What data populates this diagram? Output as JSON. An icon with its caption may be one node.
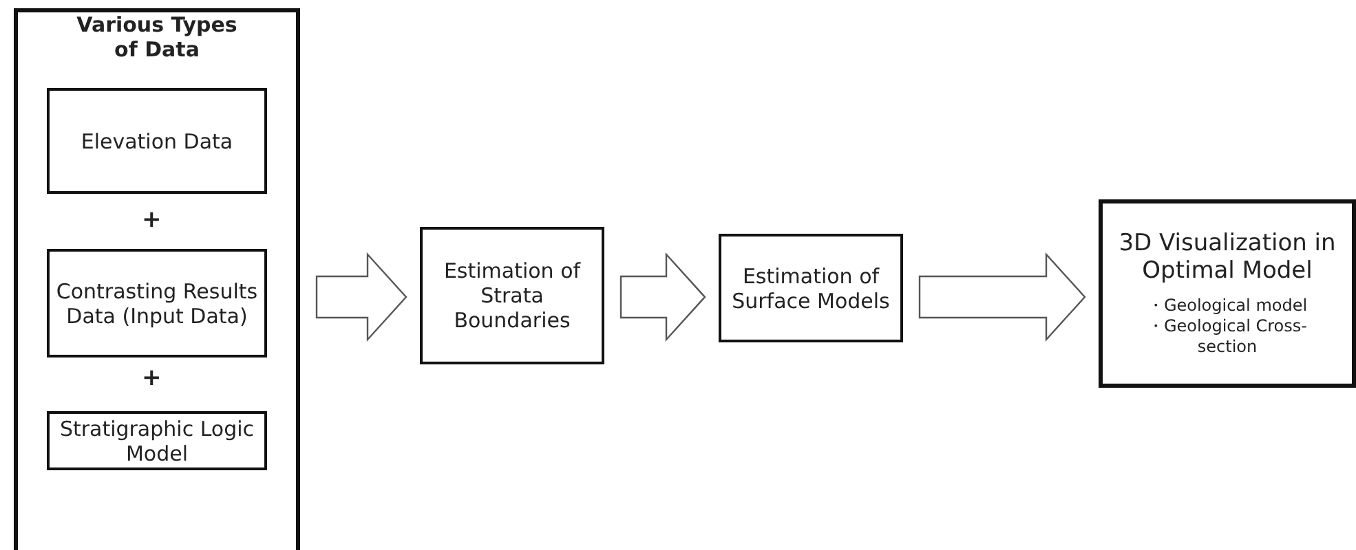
{
  "diagram": {
    "nodes": [
      {
        "text": [
          "Various Types of Data"
        ]
      },
      {
        "text": [
          "Elevation Data"
        ],
        "in": 0
      },
      {
        "text": [
          "Contrasting Results Data (Input Data)"
        ],
        "in": 0
      },
      {
        "text": [
          "Stratigraphic Logic Model"
        ],
        "in": 0
      },
      {
        "text": [
          "Estimation of Strata Boundaries"
        ]
      },
      {
        "text": [
          "Estimation of Surface Models"
        ]
      },
      {
        "text": [
          "3D Visualization in Optimal Model",
          "・Geological model",
          "・Geological Cross-section"
        ]
      }
    ],
    "edges": [
      {
        "from": 0,
        "to": 4,
        "arrow": "to"
      },
      {
        "from": 4,
        "to": 5,
        "arrow": "to"
      },
      {
        "from": 5,
        "to": 6,
        "arrow": "to"
      }
    ],
    "labels": [
      "+",
      "+"
    ]
  }
}
